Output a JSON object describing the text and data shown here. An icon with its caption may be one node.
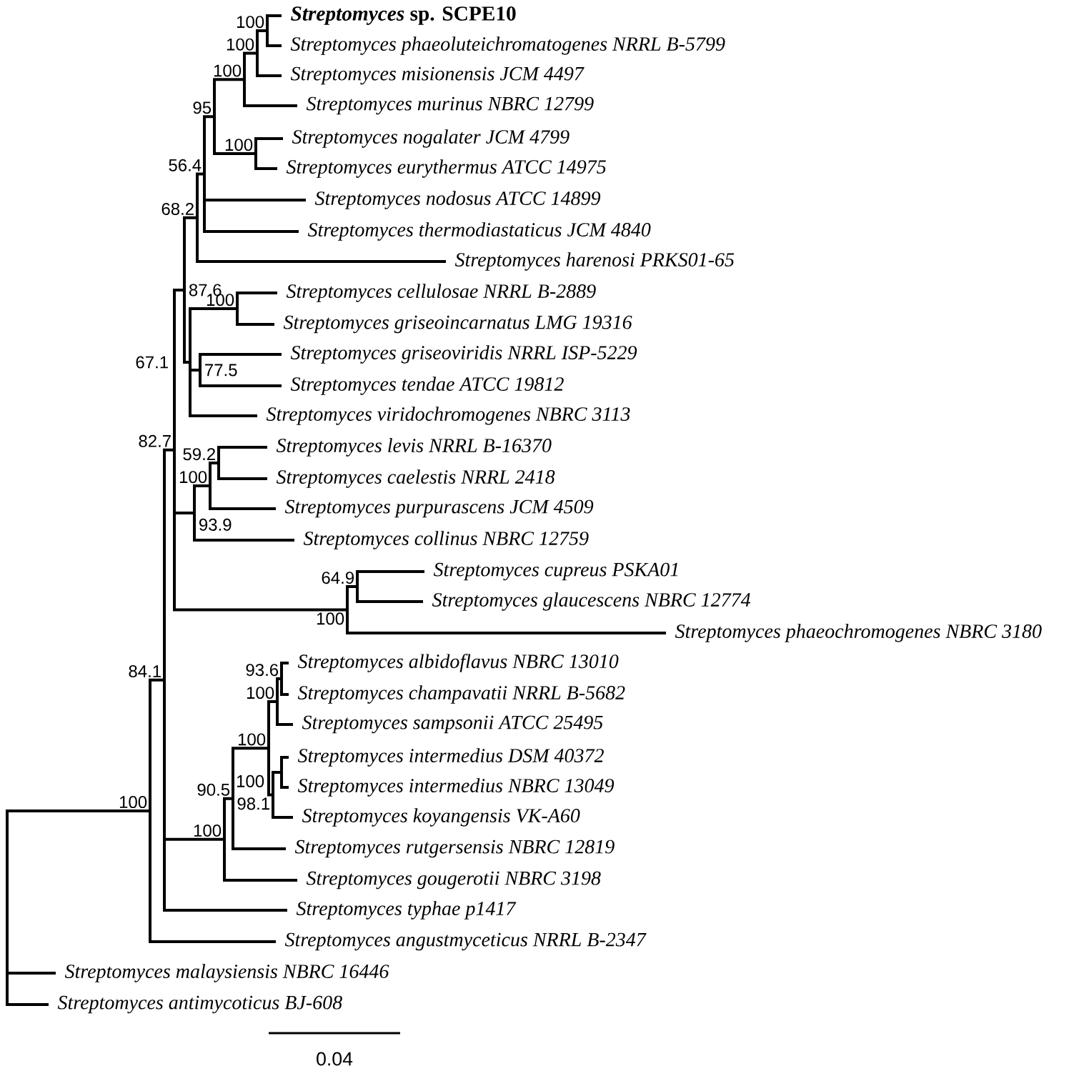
{
  "diagram": {
    "labels": [
      "*Streptomyces* sp. SCPE10",
      "Streptomyces phaeoluteichromatogenes NRRL B-5799",
      "Streptomyces misionensis JCM 4497",
      "Streptomyces murinus NBRC 12799",
      "Streptomyces nogalater JCM 4799",
      "Streptomyces eurythermus ATCC 14975",
      "Streptomyces nodosus ATCC 14899",
      "Streptomyces thermodiastaticus JCM 4840",
      "Streptomyces harenosi PRKS01-65",
      "Streptomyces cellulosae NRRL B-2889",
      "Streptomyces griseoincarnatus LMG 19316",
      "Streptomyces griseoviridis NRRL ISP-5229",
      "Streptomyces tendae ATCC 19812",
      "Streptomyces viridochromogenes NBRC 3113",
      "Streptomyces levis NRRL B-16370",
      "Streptomyces caelestis NRRL 2418",
      "Streptomyces purpurascens JCM 4509",
      "Streptomyces collinus NBRC 12759",
      "Streptomyces cupreus PSKA01",
      "Streptomyces glaucescens NBRC 12774",
      "Streptomyces phaeochromogenes NBRC 3180",
      "Streptomyces albidoflavus NBRC 13010",
      "Streptomyces champavatii NRRL B-5682",
      "Streptomyces sampsonii ATCC 25495",
      "Streptomyces intermedius DSM 40372",
      "Streptomyces intermedius NBRC 13049",
      "Streptomyces koyangensis VK-A60",
      "Streptomyces rutgersensis NBRC 12819",
      "Streptomyces gougerotii NBRC 3198",
      "Streptomyces typhae p1417",
      "Streptomyces angustmyceticus NRRL B-2347",
      "Streptomyces malaysiensis NBRC 16446",
      "Streptomyces antimycoticus BJ-608",
      "100",
      "100",
      "100",
      "95",
      "100",
      "56.4",
      "68.2",
      "67.1",
      "100",
      "87.6",
      "77.5",
      "59.2",
      "100",
      "82.7",
      "93.9",
      "64.9",
      "100",
      "93.6",
      "100",
      "84.1",
      "100",
      "100",
      "90.5",
      "98.1",
      "100",
      "100",
      "0.04"
    ]
  }
}
